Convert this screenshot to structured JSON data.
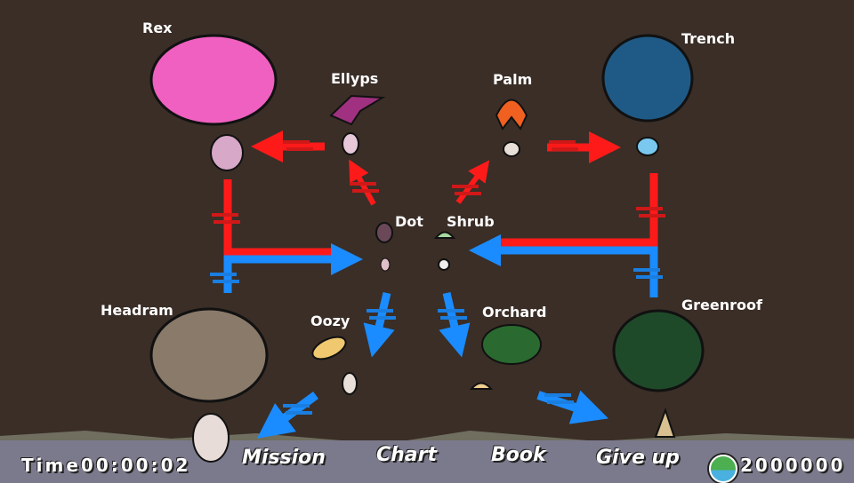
{
  "creatures": {
    "rex": "Rex",
    "ellyps": "Ellyps",
    "palm": "Palm",
    "trench": "Trench",
    "dot": "Dot",
    "shrub": "Shrub",
    "headram": "Headram",
    "oozy": "Oozy",
    "orchard": "Orchard",
    "greenroof": "Greenroof"
  },
  "hud": {
    "time_label": "Time",
    "time_value": "00:00:02",
    "points": "2000000"
  },
  "menu": {
    "mission": "Mission",
    "chart": "Chart",
    "book": "Book",
    "give_up": "Give up"
  },
  "colors": {
    "background": "#3a2e27",
    "red_arrow": "#ff1a1a",
    "blue_arrow": "#1a8cff",
    "ground": "#7b7a8c"
  }
}
